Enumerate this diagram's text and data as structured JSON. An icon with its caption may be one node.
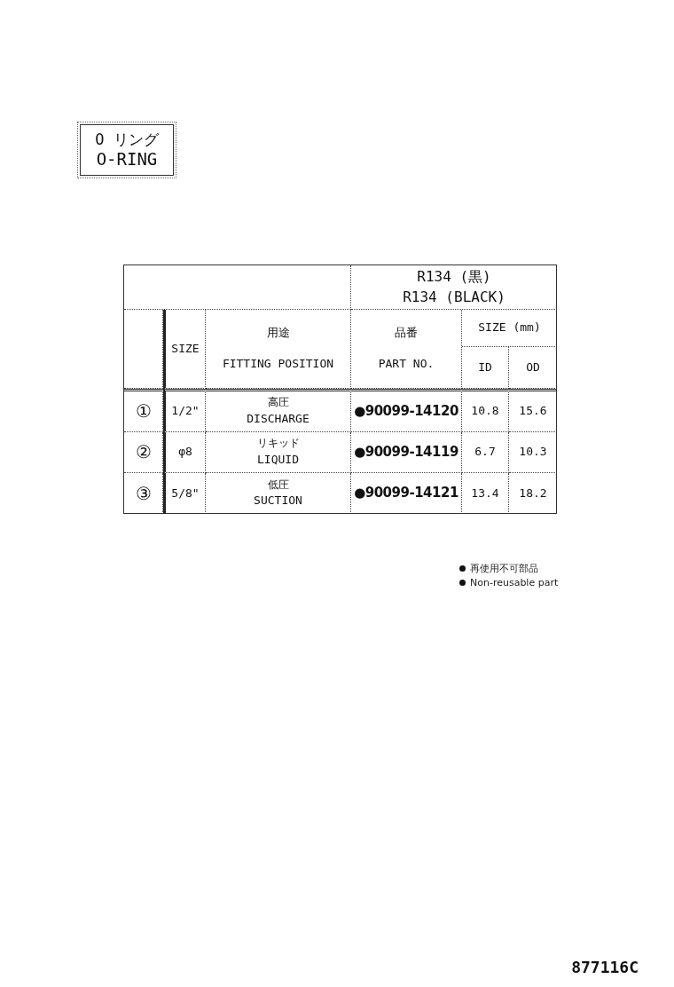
{
  "diagram": {
    "nodes": [
      {
        "text": [
          "O リング",
          "O-RING"
        ]
      }
    ],
    "labels": [
      "R134 (黒)",
      "R134 (BLACK)",
      "SIZE",
      "用途",
      "FITTING POSITION",
      "品番",
      "PART NO.",
      "SIZE (mm)",
      "ID",
      "OD",
      "①",
      "1/2\"",
      "高圧",
      "DISCHARGE",
      "●90099-14120",
      "10.8",
      "15.6",
      "②",
      "φ8",
      "リキッド",
      "LIQUID",
      "●90099-14119",
      "6.7",
      "10.3",
      "③",
      "5/8\"",
      "低圧",
      "SUCTION",
      "●90099-14121",
      "13.4",
      "18.2",
      "877116C"
    ],
    "legend": [
      {
        "text": "再使用不可部品"
      },
      {
        "text": "Non-reusable part"
      }
    ]
  }
}
